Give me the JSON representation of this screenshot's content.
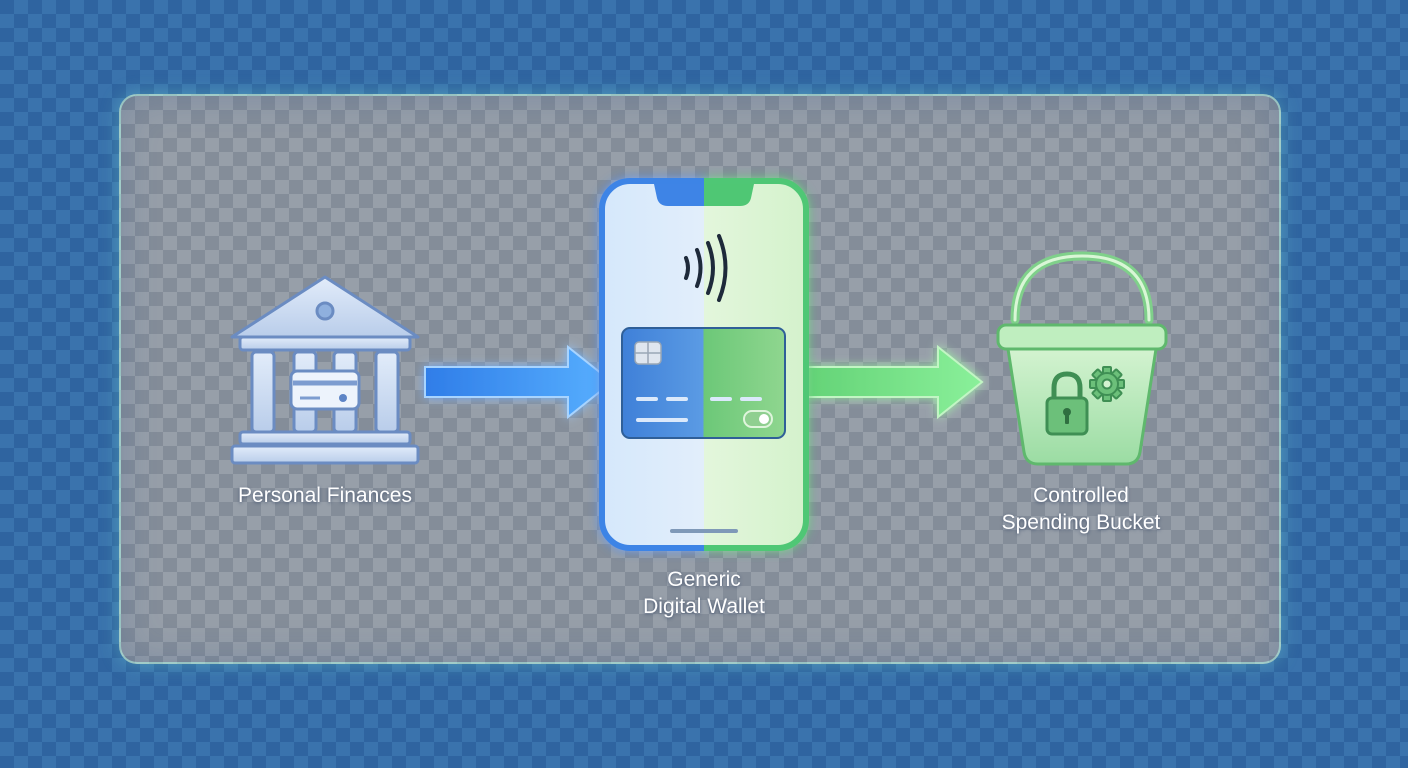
{
  "nodes": {
    "bank": {
      "label": "Personal Finances",
      "icon": "bank-icon"
    },
    "wallet": {
      "label": "Generic\nDigital Wallet",
      "icon": "smartphone-wallet-icon"
    },
    "bucket": {
      "label": "Controlled\nSpending Bucket",
      "icon": "bucket-lock-icon"
    }
  },
  "edges": [
    {
      "from": "bank",
      "to": "wallet",
      "color": "#3d8bf2"
    },
    {
      "from": "wallet",
      "to": "bucket",
      "color": "#6fdc7c"
    }
  ],
  "colors": {
    "blue_accent": "#3d8bf2",
    "green_accent": "#6fdc7c",
    "background": "#2f64a0"
  }
}
